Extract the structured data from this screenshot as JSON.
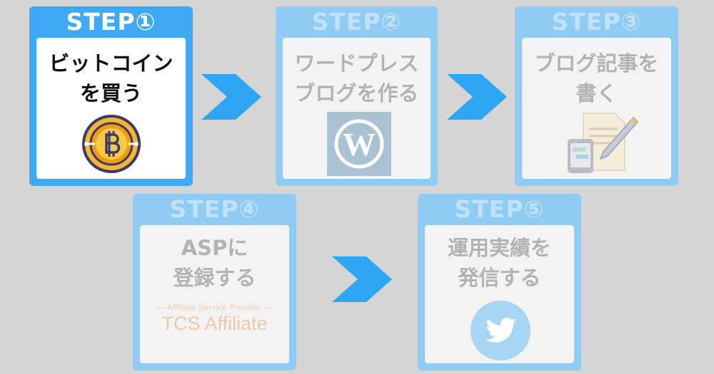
{
  "steps": [
    {
      "label": "STEP①",
      "line1": "ビットコイン",
      "line2": "を買う",
      "icon": "bitcoin-icon"
    },
    {
      "label": "STEP②",
      "line1": "ワードプレス",
      "line2": "ブログを作る",
      "icon": "wordpress-icon"
    },
    {
      "label": "STEP③",
      "line1": "ブログ記事を",
      "line2": "書く",
      "icon": "writing-icon"
    },
    {
      "label": "STEP④",
      "line1": "ASPに",
      "line2": "登録する",
      "icon": "tcs-affiliate-logo"
    },
    {
      "label": "STEP⑤",
      "line1": "運用実績を",
      "line2": "発信する",
      "icon": "twitter-icon"
    }
  ],
  "logo": {
    "tagline": "— Affiliate Service Provider —",
    "name": "TCS Affiliate"
  },
  "colors": {
    "active": "#3fa9f5",
    "inactive": "#8fcbf3",
    "arrow": "#2ea6f3"
  }
}
